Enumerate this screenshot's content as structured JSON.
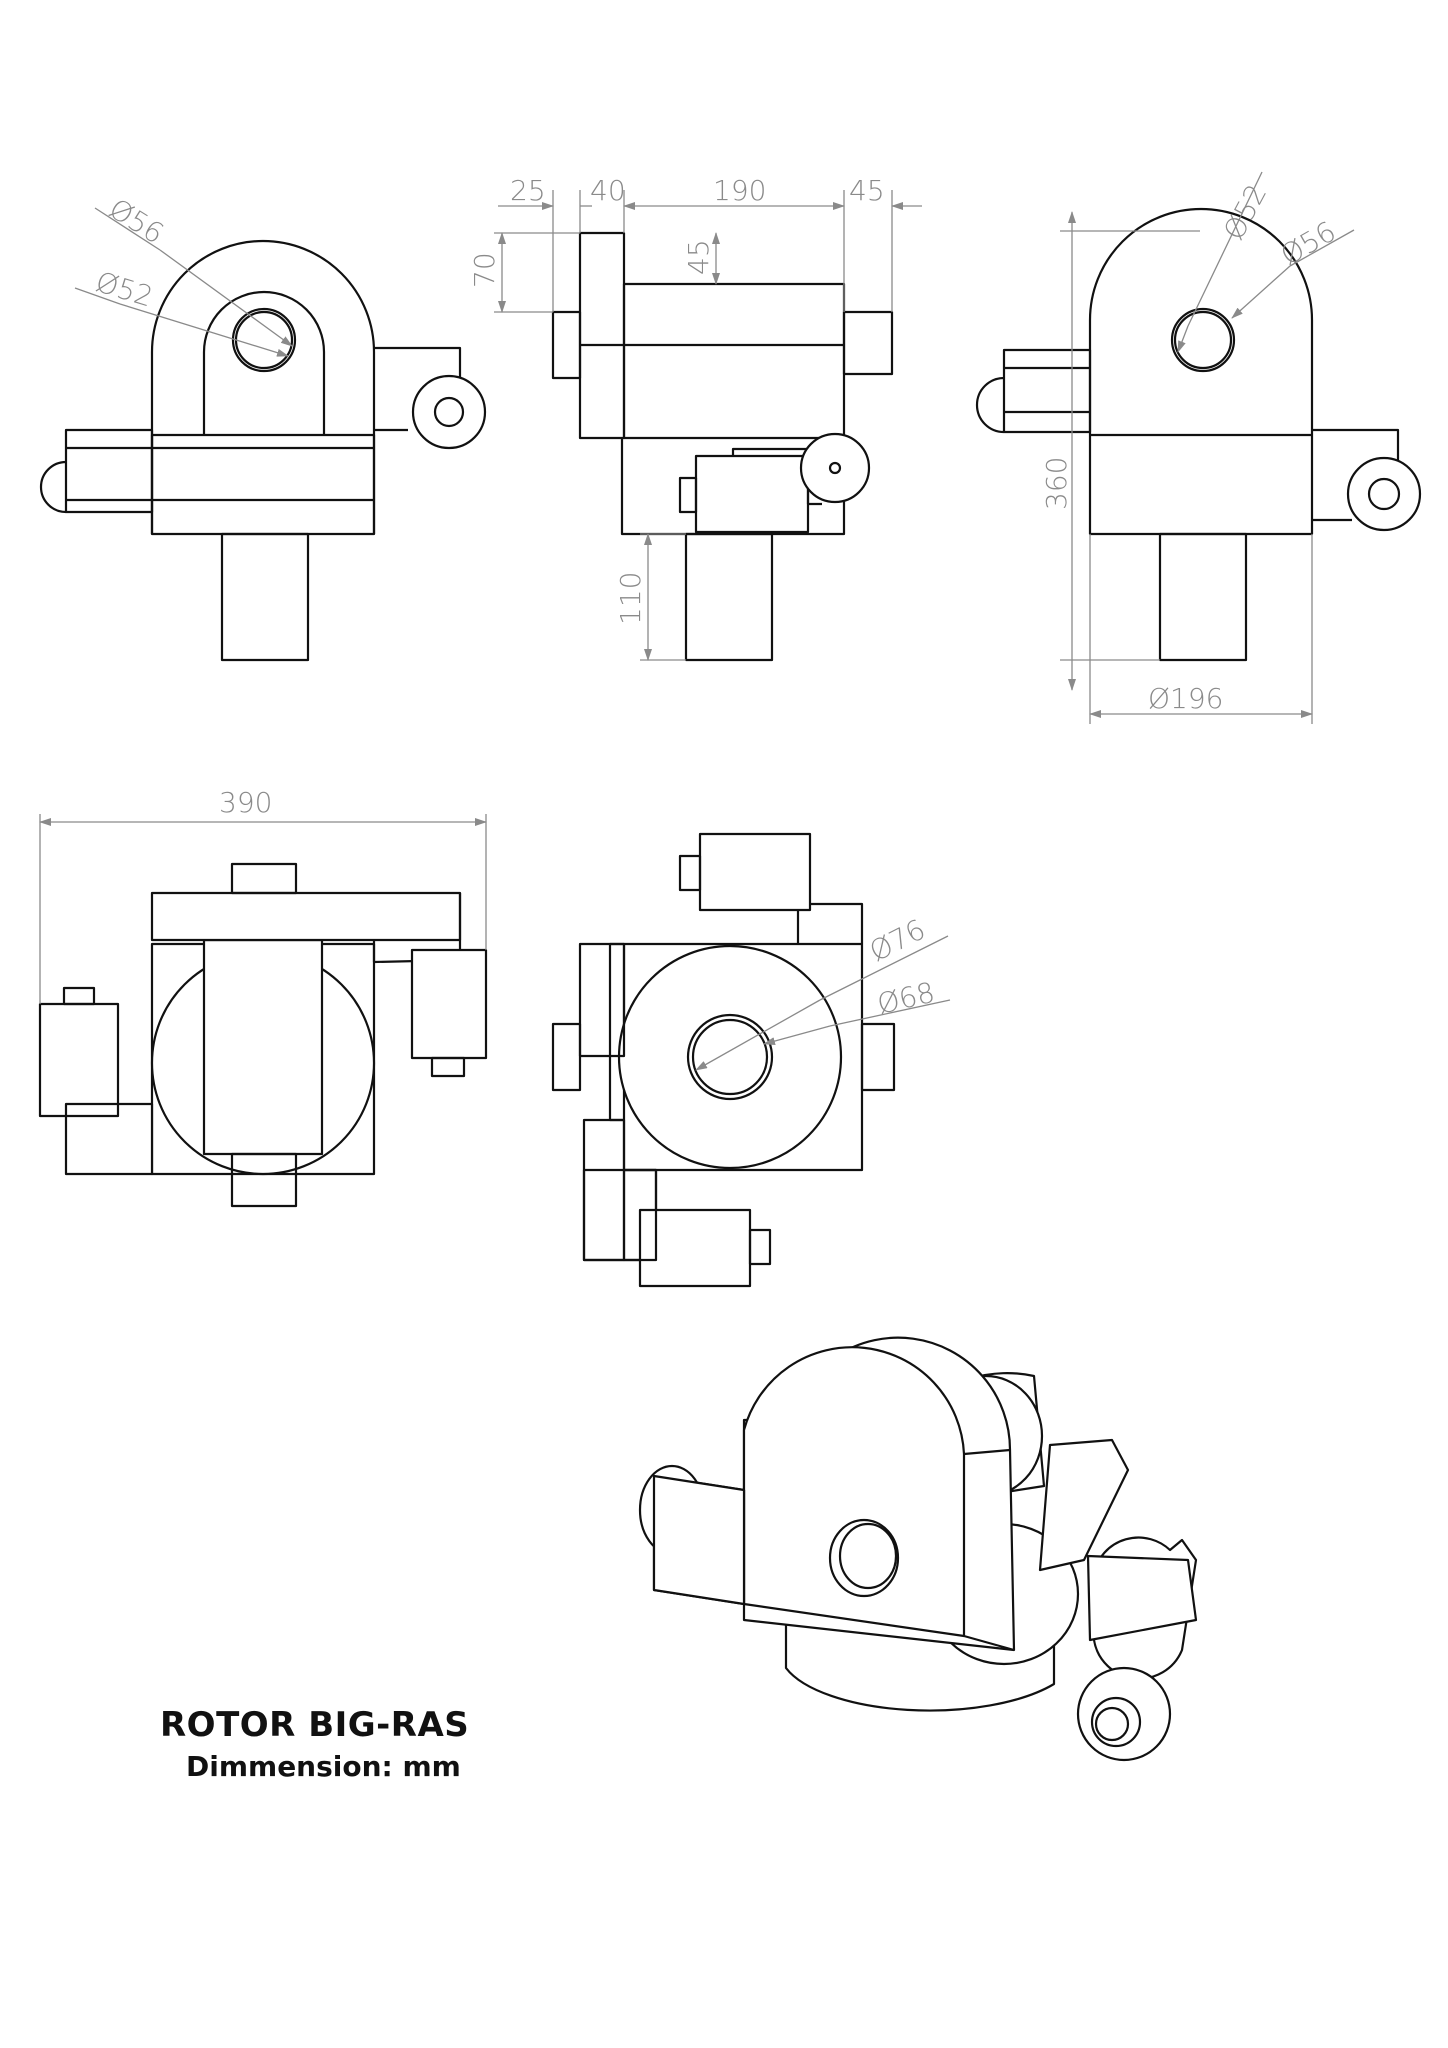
{
  "title": "ROTOR BIG-RAS",
  "subtitle": "Dimmension: mm",
  "dimensions": {
    "front_dia_outer": "Ø56",
    "front_dia_inner": "Ø52",
    "side_w1": "25",
    "side_w2": "40",
    "side_w3": "190",
    "side_w4": "45",
    "side_h1": "70",
    "side_h2": "45",
    "side_h3": "110",
    "rear_dia_inner": "Ø52",
    "rear_dia_outer": "Ø56",
    "rear_height": "360",
    "rear_base_dia": "Ø196",
    "top_width": "390",
    "bottom_dia_outer": "Ø76",
    "bottom_dia_inner": "Ø68"
  },
  "colors": {
    "line": "#111111",
    "dimension": "#8a8a8a"
  }
}
